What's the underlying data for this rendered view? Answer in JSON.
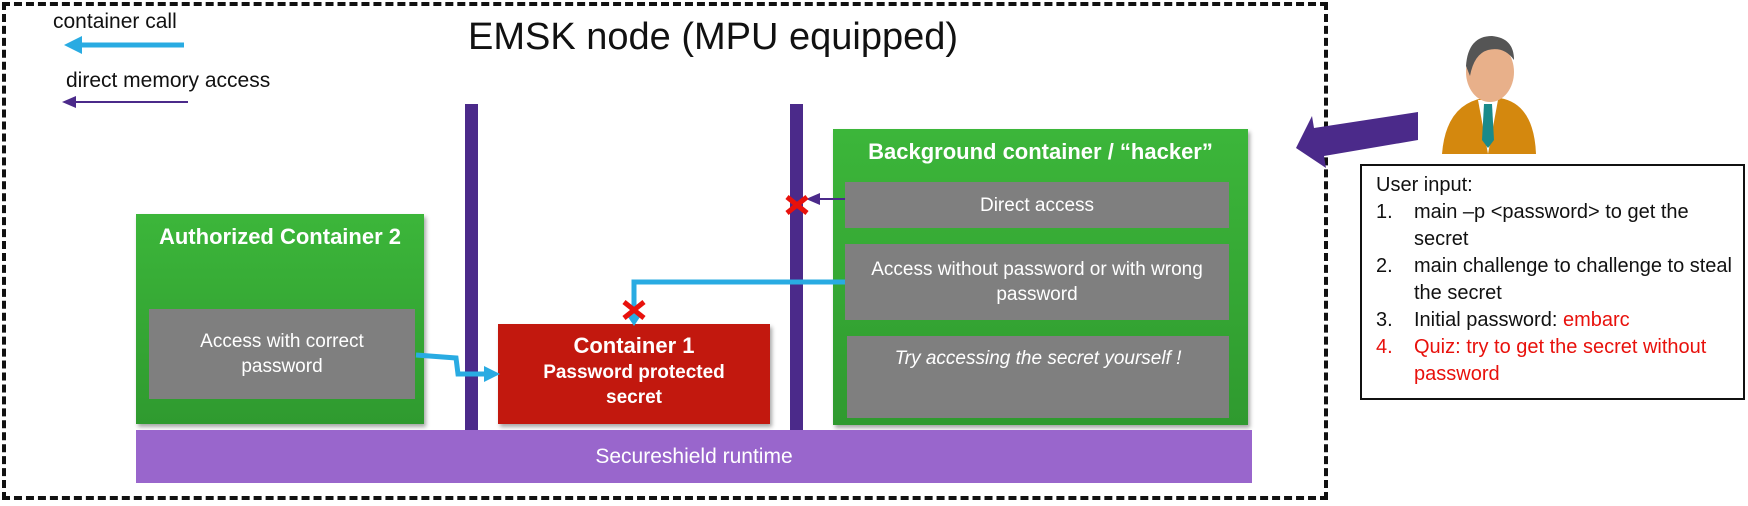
{
  "legend": {
    "container_call": "container call",
    "direct_memory_access": "direct memory access"
  },
  "node_title": "EMSK node (MPU equipped)",
  "authorized_container": {
    "title": "Authorized Container 2",
    "access_text": "Access with correct password"
  },
  "container1": {
    "title": "Container  1",
    "subtitle": "Password protected secret"
  },
  "background_container": {
    "title": "Background container / “hacker”",
    "direct_access": "Direct access",
    "access_without_password": "Access without password  or with wrong password",
    "try_accessing": "Try accessing the secret yourself !"
  },
  "runtime": "Secureshield runtime",
  "user_input": {
    "title": "User input:",
    "items": [
      {
        "num": "1.",
        "text": "main –p <password> to get the secret"
      },
      {
        "num": "2.",
        "text": "main challenge to challenge to steal the secret"
      },
      {
        "num": "3.",
        "text_prefix": "Initial password: ",
        "text_highlight": "embarc"
      },
      {
        "num": "4.",
        "text": "Quiz: try to get the secret without  password"
      }
    ]
  },
  "colors": {
    "container_call_arrow": "#29abe2",
    "direct_access_arrow": "#4b2a8a",
    "blocked_mark": "#e8110c",
    "highlight_text": "#e8110c"
  },
  "icons": [
    "user-icon",
    "big-arrow-icon",
    "blocked-x-icon"
  ]
}
